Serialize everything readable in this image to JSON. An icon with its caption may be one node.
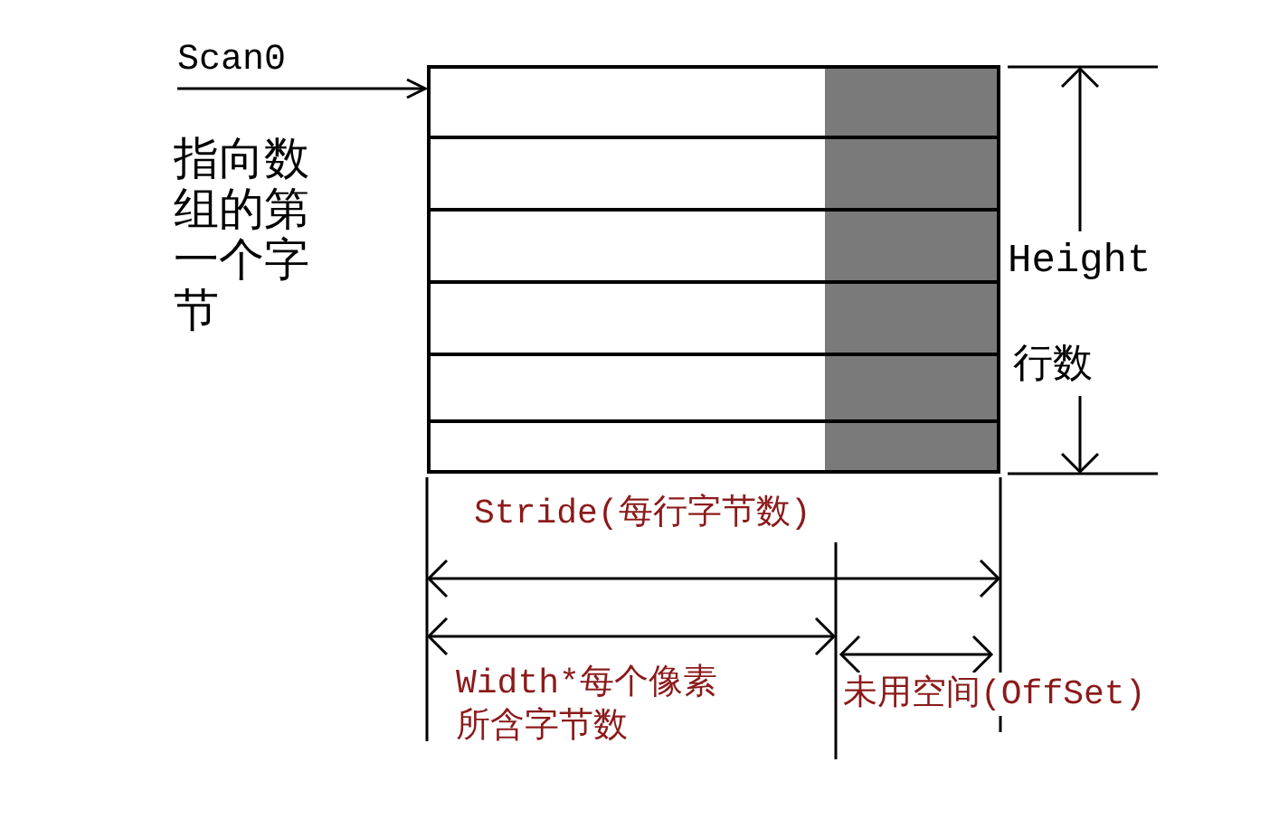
{
  "diagram": {
    "nodes": [
      {
        "text": [
          "Scan0"
        ]
      },
      {
        "text": [],
        "shape": "box"
      }
    ],
    "edges": [
      {
        "from": 0,
        "to": 1,
        "arrow": "to"
      }
    ],
    "labels": [
      "指向数组的第一个字节",
      "Height",
      "行数",
      "Stride(每行字节数)",
      "Width*每个像素所含字节数",
      "未用空间(OffSet)"
    ]
  }
}
